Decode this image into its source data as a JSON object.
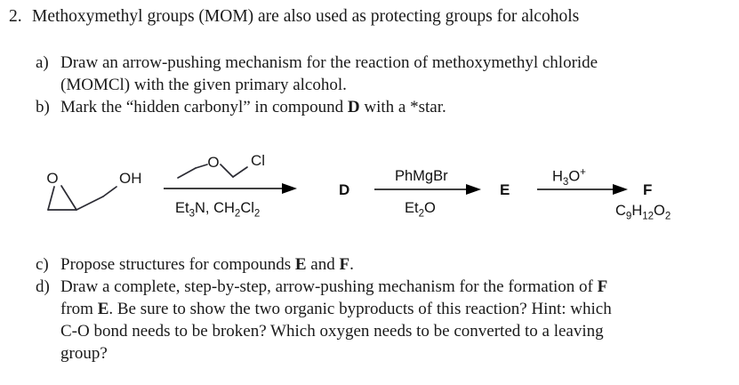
{
  "question": {
    "number": "2.",
    "stem": "Methoxymethyl groups (MOM) are also used as protecting groups for alcohols",
    "parts": [
      {
        "marker": "a)",
        "line1": "Draw an arrow-pushing mechanism for the reaction of methoxymethyl chloride",
        "line2": "(MOMCl) with the given primary alcohol."
      },
      {
        "marker": "b)",
        "text_before": "Mark the “hidden carbonyl” in compound ",
        "bold": "D",
        "text_after": " with a *star."
      },
      {
        "marker": "c)",
        "text_before": "Propose structures for compounds ",
        "bold1": "E",
        "text_mid": " and ",
        "bold2": "F",
        "text_after": "."
      },
      {
        "marker": "d)",
        "line1_before": "Draw a complete, step-by-step, arrow-pushing mechanism for the formation of ",
        "line1_bold": "F",
        "line2_before": "from ",
        "line2_bold": "E",
        "line2_after": ". Be sure to show the two organic byproducts of this reaction? Hint: which",
        "line3": "C-O bond needs to be broken? Which oxygen needs to be converted to a leaving",
        "line4": "group?"
      }
    ]
  },
  "scheme": {
    "starting_material": {
      "name": "glycidol",
      "atoms": {
        "epoxide_oxygen": "O",
        "hydroxyl": "OH"
      }
    },
    "steps": [
      {
        "reagent_type": "structure",
        "reagent_name": "MOMCl",
        "atoms": {
          "ether_oxygen": "O",
          "chlorine": "Cl"
        },
        "conditions_html": "Et<sub>3</sub>N, CH<sub>2</sub>Cl<sub>2</sub>",
        "product": "D"
      },
      {
        "reagent_type": "text",
        "reagent_html": "PhMgBr",
        "conditions_html": "Et<sub>2</sub>O",
        "product": "E"
      },
      {
        "reagent_type": "text",
        "reagent_html": "H<sub>3</sub>O<sup>+</sup>",
        "conditions_html": "",
        "product": "F",
        "product_formula_html": "C<sub>9</sub>H<sub>12</sub>O<sub>2</sub>"
      }
    ]
  },
  "colors": {
    "text": "#1a1a1a",
    "bond": "#2b2b33",
    "background": "#ffffff"
  }
}
